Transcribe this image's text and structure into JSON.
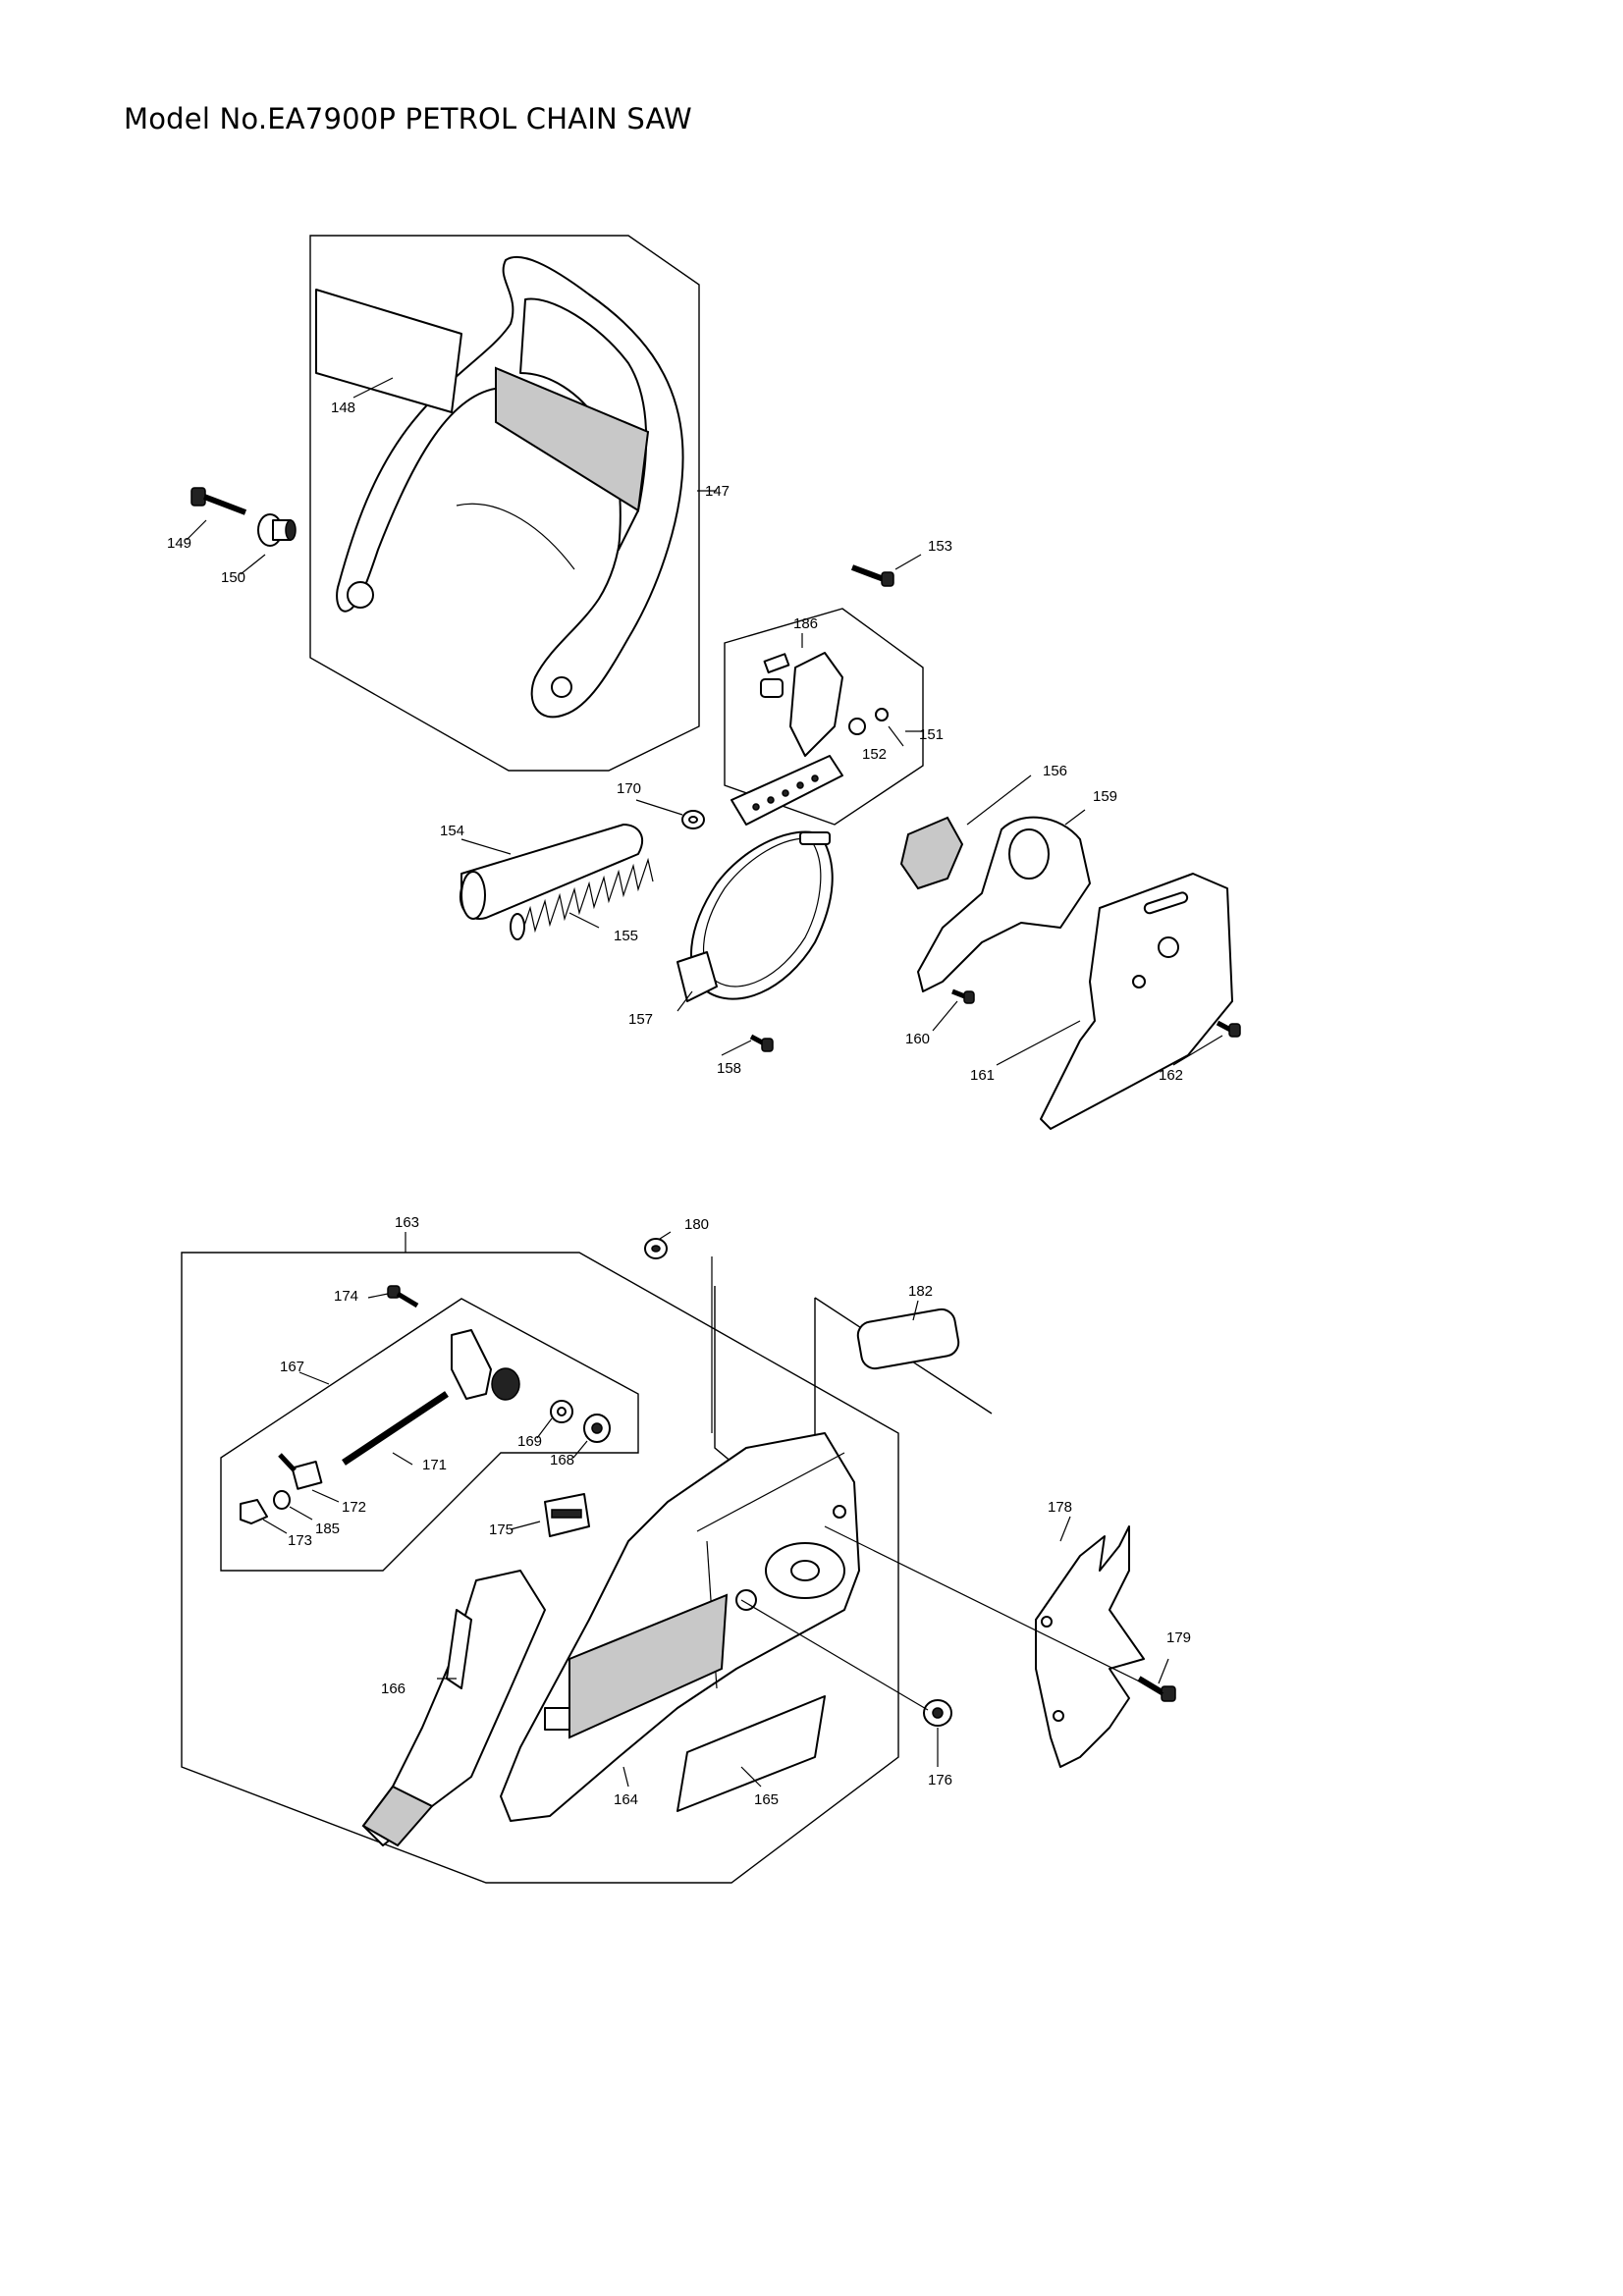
{
  "title": "Model No.EA7900P PETROL CHAIN SAW",
  "parts_upper": [
    {
      "label": "147"
    },
    {
      "label": "148"
    },
    {
      "label": "149"
    },
    {
      "label": "150"
    },
    {
      "label": "151"
    },
    {
      "label": "152"
    },
    {
      "label": "153"
    },
    {
      "label": "154"
    },
    {
      "label": "155"
    },
    {
      "label": "156"
    },
    {
      "label": "157"
    },
    {
      "label": "158"
    },
    {
      "label": "159"
    },
    {
      "label": "160"
    },
    {
      "label": "161"
    },
    {
      "label": "162"
    },
    {
      "label": "170"
    },
    {
      "label": "186"
    }
  ],
  "parts_lower": [
    {
      "label": "163"
    },
    {
      "label": "164"
    },
    {
      "label": "165"
    },
    {
      "label": "166"
    },
    {
      "label": "167"
    },
    {
      "label": "168"
    },
    {
      "label": "169"
    },
    {
      "label": "171"
    },
    {
      "label": "172"
    },
    {
      "label": "173"
    },
    {
      "label": "174"
    },
    {
      "label": "175"
    },
    {
      "label": "176"
    },
    {
      "label": "178"
    },
    {
      "label": "179"
    },
    {
      "label": "180"
    },
    {
      "label": "182"
    },
    {
      "label": "185"
    }
  ]
}
